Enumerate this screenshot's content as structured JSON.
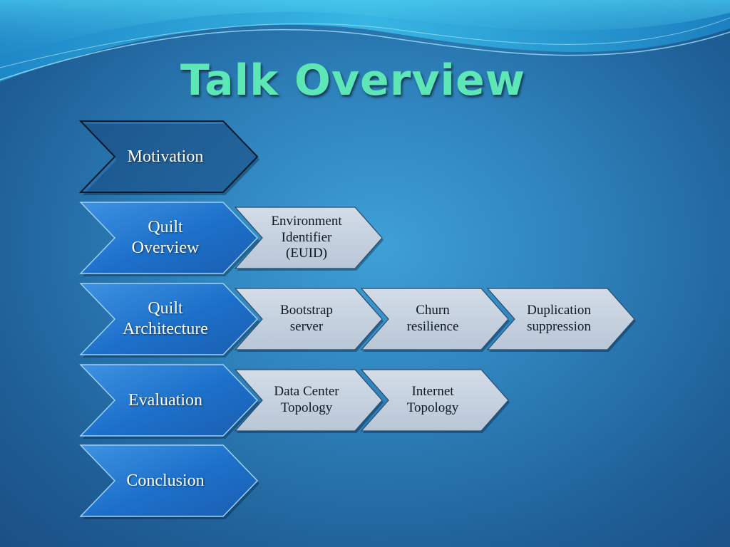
{
  "title": "Talk Overview",
  "colors": {
    "background": "#2f84bd",
    "title": "#5de6b6",
    "main_chevron": "#1c6fc9",
    "main_chevron_highlight": "#3e93e2",
    "sub_chevron": "#b8c6d6",
    "inactive_chevron": "#2a6fb5"
  },
  "rows": [
    {
      "label": "Motivation",
      "active": false,
      "subitems": []
    },
    {
      "label": "Quilt\nOverview",
      "active": true,
      "subitems": [
        "Environment\nIdentifier\n(EUID)"
      ]
    },
    {
      "label": "Quilt\nArchitecture",
      "active": true,
      "subitems": [
        "Bootstrap\nserver",
        "Churn\nresilience",
        "Duplication\nsuppression"
      ]
    },
    {
      "label": "Evaluation",
      "active": true,
      "subitems": [
        "Data Center\nTopology",
        "Internet\nTopology"
      ]
    },
    {
      "label": "Conclusion",
      "active": true,
      "subitems": []
    }
  ]
}
